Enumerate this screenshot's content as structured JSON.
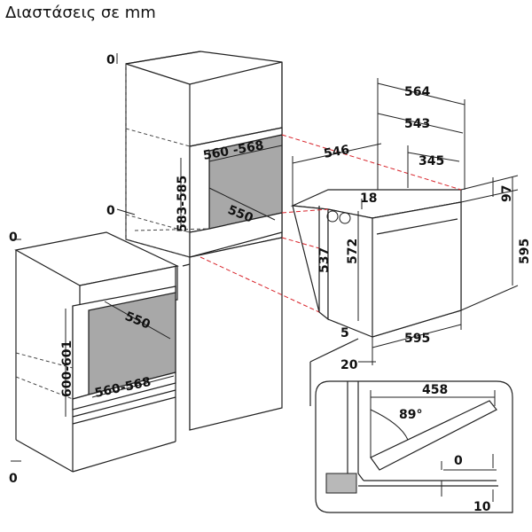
{
  "title": "Διαστάσεις σε mm",
  "column_unit": {
    "top_zero": "0",
    "mid_zero": "0",
    "opening_width": "560 -568",
    "opening_height": "583-585",
    "depth": "550"
  },
  "under_counter": {
    "top_zero": "0",
    "bottom_zero": "0",
    "depth": "550",
    "opening_height": "600-601",
    "opening_width": "560-568"
  },
  "oven": {
    "width_total": "564",
    "width_inner": "543",
    "depth_total": "546",
    "depth_back": "345",
    "top_gap": "97",
    "vent": "18",
    "height_537": "537",
    "height_572": "572",
    "height_total": "595",
    "front_width": "595",
    "bottom_gap": "5",
    "door_thickness": "20"
  },
  "door_detail": {
    "door_length": "458",
    "angle": "89°",
    "clearance_zero": "0",
    "clearance_ten": "10"
  }
}
